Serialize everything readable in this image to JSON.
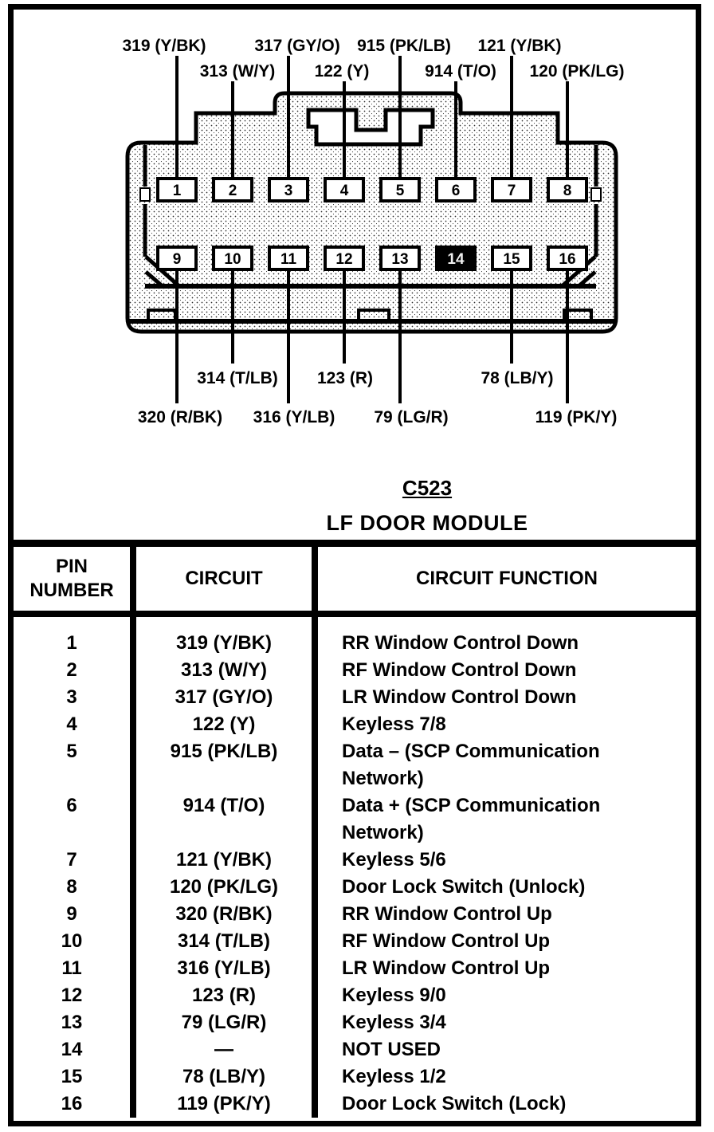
{
  "colors": {
    "ink": "#000000",
    "paper": "#ffffff"
  },
  "header": {
    "connector_id": "C523",
    "connector_name": "LF DOOR MODULE"
  },
  "diagram": {
    "pins": [
      "1",
      "2",
      "3",
      "4",
      "5",
      "6",
      "7",
      "8",
      "9",
      "10",
      "11",
      "12",
      "13",
      "14",
      "15",
      "16"
    ],
    "top_labels": [
      {
        "pin": "1",
        "label": "319 (Y/BK)"
      },
      {
        "pin": "2",
        "label": "313 (W/Y)"
      },
      {
        "pin": "3",
        "label": "317 (GY/O)"
      },
      {
        "pin": "4",
        "label": "122 (Y)"
      },
      {
        "pin": "5",
        "label": "915 (PK/LB)"
      },
      {
        "pin": "6",
        "label": "914 (T/O)"
      },
      {
        "pin": "7",
        "label": "121 (Y/BK)"
      },
      {
        "pin": "8",
        "label": "120 (PK/LG)"
      }
    ],
    "bottom_labels": [
      {
        "pin": "9",
        "label": "320 (R/BK)"
      },
      {
        "pin": "10",
        "label": "314 (T/LB)"
      },
      {
        "pin": "11",
        "label": "316 (Y/LB)"
      },
      {
        "pin": "12",
        "label": "123 (R)"
      },
      {
        "pin": "13",
        "label": "79 (LG/R)"
      },
      {
        "pin": "15",
        "label": "78 (LB/Y)"
      },
      {
        "pin": "16",
        "label": "119 (PK/Y)"
      }
    ]
  },
  "table": {
    "headers": {
      "pin_line1": "PIN",
      "pin_line2": "NUMBER",
      "circuit": "CIRCUIT",
      "function": "CIRCUIT FUNCTION"
    },
    "rows": [
      {
        "pin": "1",
        "circuit": "319 (Y/BK)",
        "function": "RR Window Control Down"
      },
      {
        "pin": "2",
        "circuit": "313 (W/Y)",
        "function": "RF Window Control Down"
      },
      {
        "pin": "3",
        "circuit": "317 (GY/O)",
        "function": "LR Window Control Down"
      },
      {
        "pin": "4",
        "circuit": "122 (Y)",
        "function": "Keyless 7/8"
      },
      {
        "pin": "5",
        "circuit": "915 (PK/LB)",
        "function": "Data – (SCP Communication Network)"
      },
      {
        "pin": "6",
        "circuit": "914 (T/O)",
        "function": "Data + (SCP Communication Network)"
      },
      {
        "pin": "7",
        "circuit": "121 (Y/BK)",
        "function": "Keyless 5/6"
      },
      {
        "pin": "8",
        "circuit": "120 (PK/LG)",
        "function": "Door Lock Switch (Unlock)"
      },
      {
        "pin": "9",
        "circuit": "320 (R/BK)",
        "function": "RR Window Control Up"
      },
      {
        "pin": "10",
        "circuit": "314 (T/LB)",
        "function": "RF Window Control Up"
      },
      {
        "pin": "11",
        "circuit": "316 (Y/LB)",
        "function": "LR Window Control Up"
      },
      {
        "pin": "12",
        "circuit": "123 (R)",
        "function": "Keyless 9/0"
      },
      {
        "pin": "13",
        "circuit": "79 (LG/R)",
        "function": "Keyless 3/4"
      },
      {
        "pin": "14",
        "circuit": "—",
        "function": "NOT USED"
      },
      {
        "pin": "15",
        "circuit": "78 (LB/Y)",
        "function": "Keyless 1/2"
      },
      {
        "pin": "16",
        "circuit": "119 (PK/Y)",
        "function": "Door Lock Switch (Lock)"
      }
    ]
  }
}
